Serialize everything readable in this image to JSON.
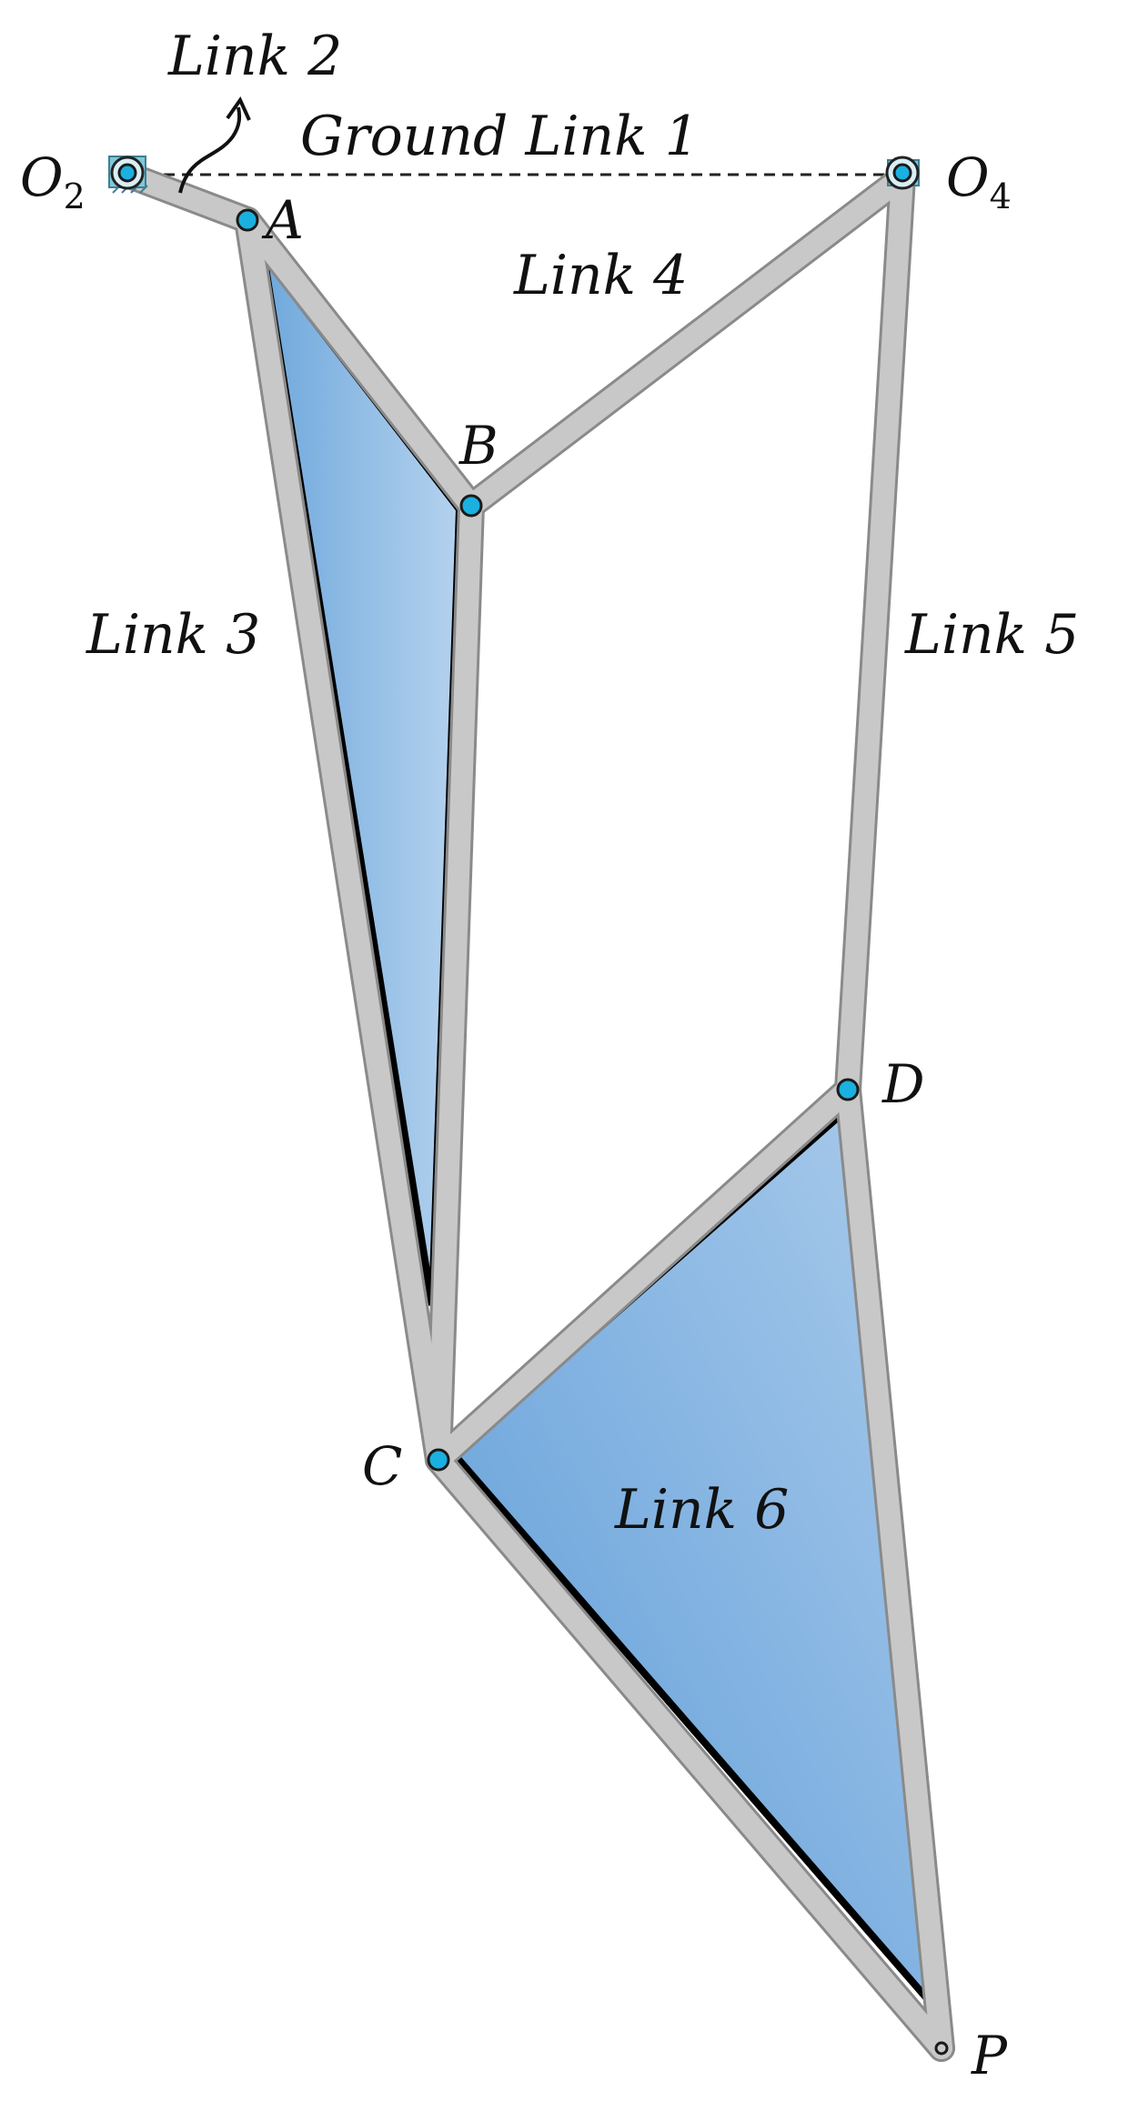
{
  "labels": {
    "link_2": "Link 2",
    "ground_link_1": "Ground Link 1",
    "link_3": "Link 3",
    "link_4": "Link 4",
    "link_5": "Link 5",
    "link_6": "Link 6"
  },
  "joints": {
    "o2_letter": "O",
    "o2_sub": "2",
    "o4_letter": "O",
    "o4_sub": "4",
    "a": "A",
    "b": "B",
    "c": "C",
    "d": "D",
    "p": "P"
  },
  "colors": {
    "link_bar": "#c8c8c8",
    "link_outline": "#8a8a8a",
    "plate_fill_light": "#a9cbea",
    "plate_fill_dark": "#6fa8dc",
    "plate_edge": "#000000",
    "joint_pin": "#1ab0e0",
    "ground_support": "#7fc7d8"
  }
}
